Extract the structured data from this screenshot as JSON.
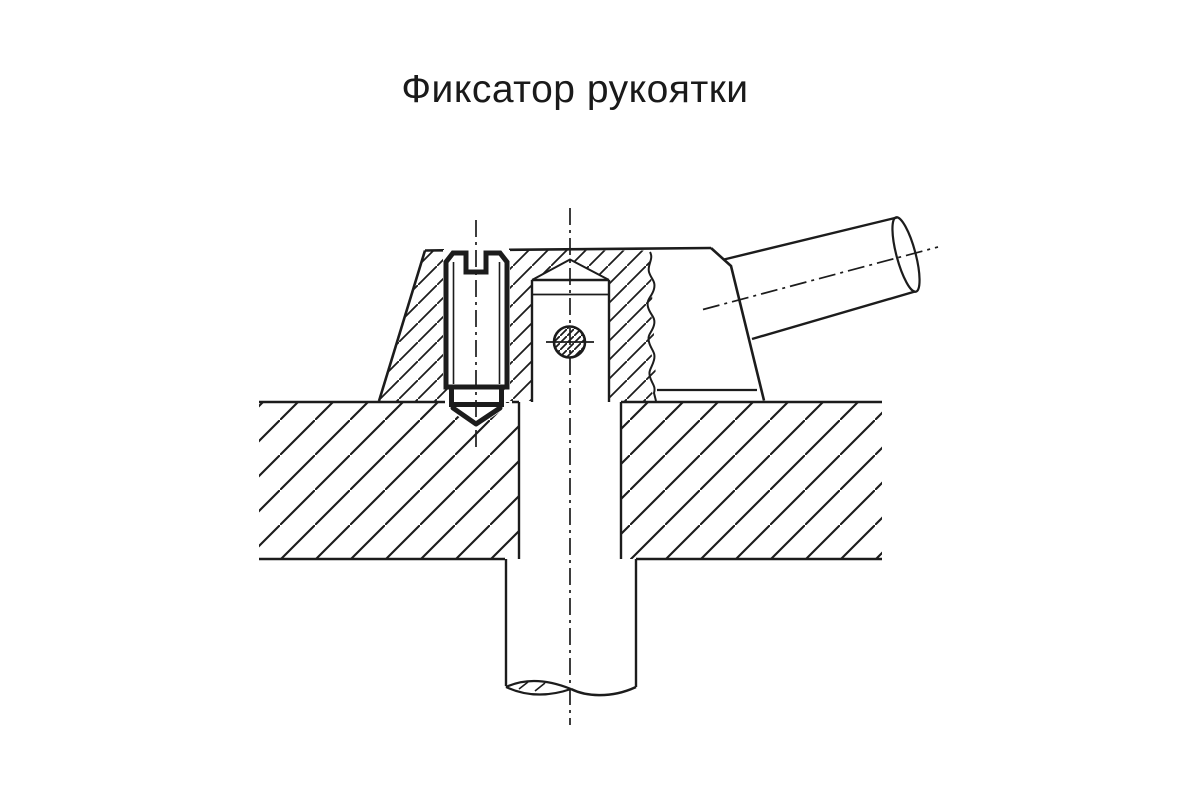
{
  "title": {
    "text": "Фиксатор рукоятки"
  },
  "colors": {
    "background": "#ffffff",
    "line": "#1c1c1c"
  },
  "drawing": {
    "kind": "engineering-section-drawing",
    "hatching": "45deg-diagonal",
    "parts": [
      "base-plate",
      "clamp-hub",
      "set-screw",
      "clamping-shaft",
      "cross-pin",
      "handle"
    ]
  }
}
